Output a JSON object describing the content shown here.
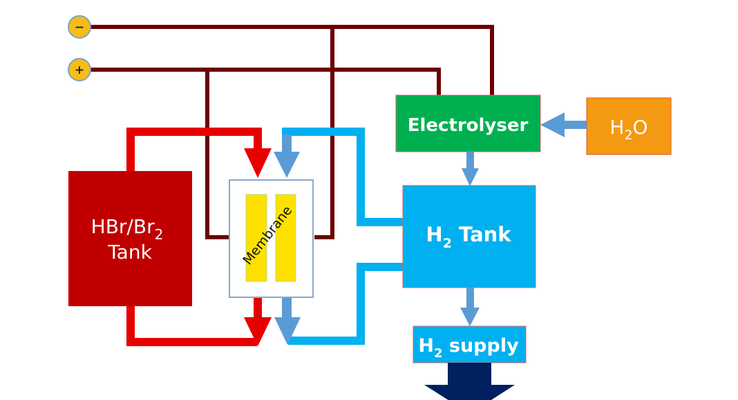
{
  "diagram": {
    "type": "process-flow",
    "title": "",
    "terminals": [
      {
        "id": "negative",
        "symbol": "−",
        "color": "#f7bd16"
      },
      {
        "id": "positive",
        "symbol": "+",
        "color": "#f7bd16"
      }
    ],
    "nodes": {
      "hbr_tank": {
        "line1": "HBr/Br",
        "line1_sub": "2",
        "line2": "Tank",
        "color": "#c00000"
      },
      "membrane": {
        "label": "Membrane",
        "plate_color": "#ffe100",
        "border_color": "#8aa8cc"
      },
      "electrolyser": {
        "label": "Electrolyser",
        "color": "#00b050"
      },
      "h2o": {
        "main": "H",
        "sub": "2",
        "tail": "O",
        "color": "#f39a12"
      },
      "h2_tank": {
        "main": "H",
        "sub": "2",
        "tail": " Tank",
        "color": "#00b0f0"
      },
      "h2_supply": {
        "main": "H",
        "sub": "2",
        "tail": " supply",
        "color": "#00b0f0"
      }
    },
    "colors": {
      "wire": "#6b0000",
      "red_pipe": "#e60000",
      "blue_pipe": "#00b0f0",
      "flow_arrow": "#5b9bd5",
      "output_arrow": "#002060"
    },
    "edges": [
      {
        "from": "negative",
        "to": "electrolyser",
        "kind": "wire"
      },
      {
        "from": "negative",
        "to": "membrane",
        "kind": "wire"
      },
      {
        "from": "positive",
        "to": "electrolyser",
        "kind": "wire"
      },
      {
        "from": "positive",
        "to": "membrane",
        "kind": "wire"
      },
      {
        "from": "hbr_tank",
        "to": "membrane",
        "kind": "red-pipe"
      },
      {
        "from": "membrane",
        "to": "hbr_tank",
        "kind": "red-pipe"
      },
      {
        "from": "h2_tank",
        "to": "membrane",
        "kind": "blue-pipe"
      },
      {
        "from": "membrane",
        "to": "h2_tank",
        "kind": "blue-pipe"
      },
      {
        "from": "h2o",
        "to": "electrolyser",
        "kind": "flow"
      },
      {
        "from": "electrolyser",
        "to": "h2_tank",
        "kind": "flow"
      },
      {
        "from": "h2_tank",
        "to": "h2_supply",
        "kind": "flow"
      },
      {
        "from": "h2_supply",
        "to": "output",
        "kind": "output"
      }
    ]
  }
}
